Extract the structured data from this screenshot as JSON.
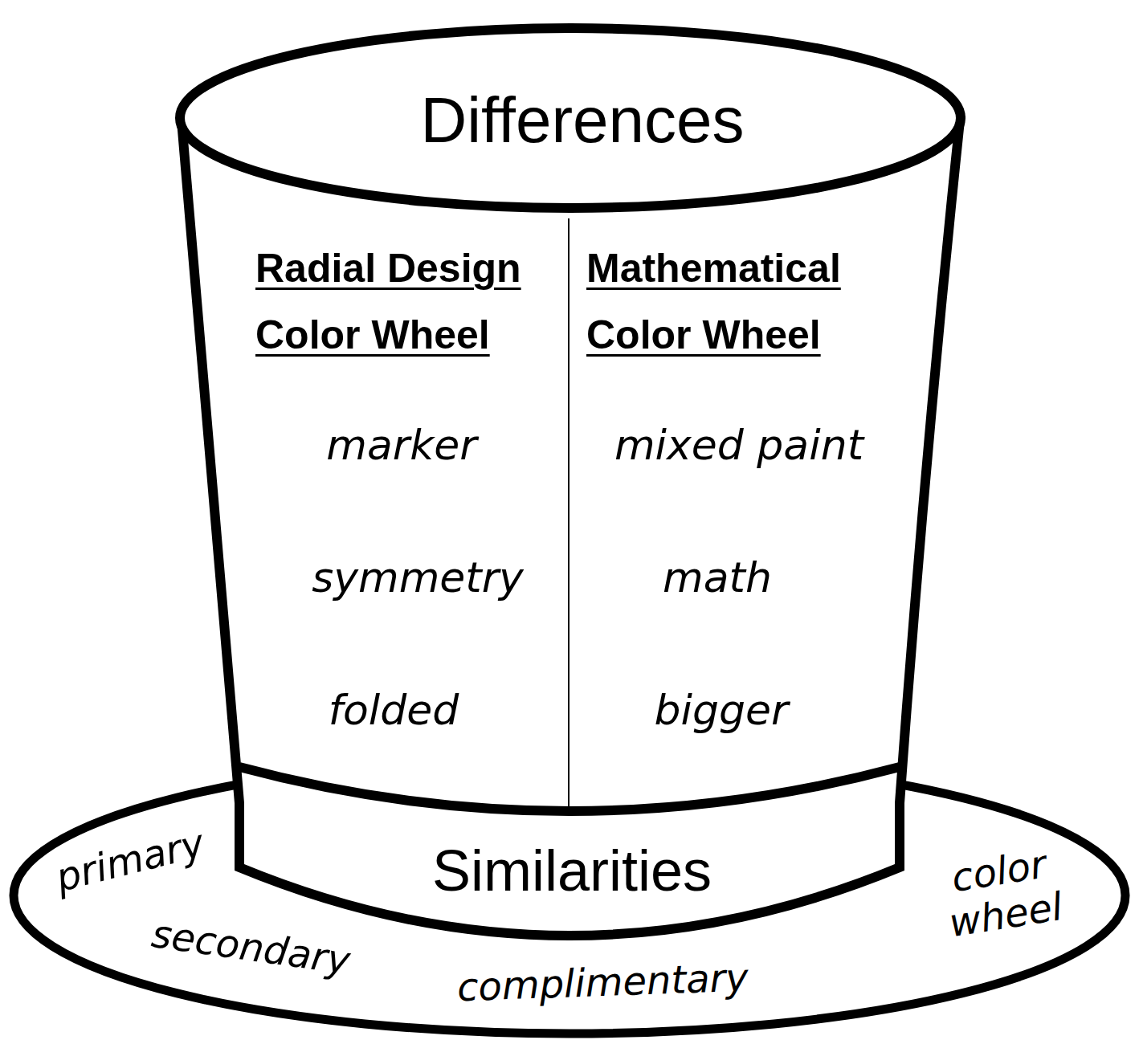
{
  "diagram": {
    "nodes": [
      {
        "text": [
          "Differences"
        ]
      },
      {
        "text": [
          "Radial Design Color Wheel",
          "marker",
          "symmetry",
          "folded",
          "Mathematical Color Wheel",
          "mixed paint",
          "math",
          "bigger"
        ]
      },
      {
        "text": [
          "Similarities"
        ]
      },
      {
        "text": [
          "primary",
          "secondary",
          "complimentary",
          "color wheel"
        ]
      }
    ]
  }
}
